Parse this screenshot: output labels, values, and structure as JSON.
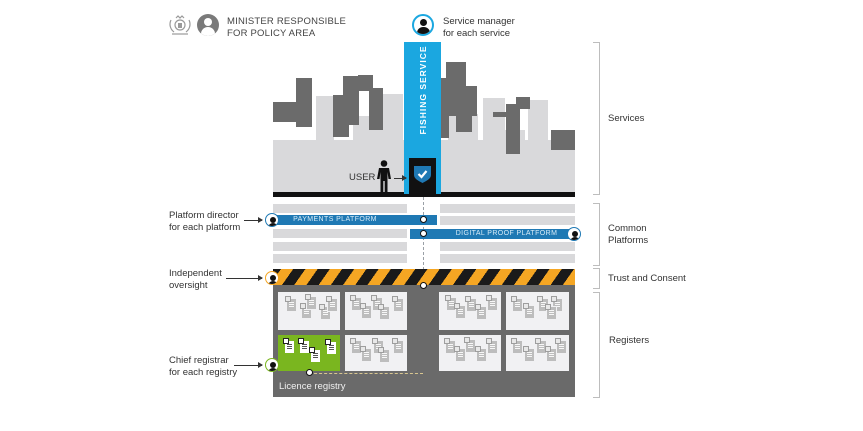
{
  "header": {
    "minister_label_line1": "MINISTER RESPONSIBLE",
    "minister_label_line2": "FOR POLICY AREA",
    "crest_icon": "royal-coat-of-arms-icon",
    "service_manager_line1": "Service manager",
    "service_manager_line2": "for each service"
  },
  "services": {
    "service_name": "FISHING SERVICE",
    "user_label": "USER",
    "gateway_icon": "shield-check-icon"
  },
  "platforms": {
    "director_label_line1": "Platform director",
    "director_label_line2": "for each platform",
    "items": [
      {
        "label": "PAYMENTS PLATFORM"
      },
      {
        "label": "DIGITAL PROOF PLATFORM"
      }
    ]
  },
  "trust": {
    "oversight_label_line1": "Independent",
    "oversight_label_line2": "oversight"
  },
  "registers": {
    "registrar_label_line1": "Chief registrar",
    "registrar_label_line2": "for each registry",
    "highlighted_registry": "Licence registry"
  },
  "layers": [
    {
      "label": "Services"
    },
    {
      "label_line1": "Common",
      "label_line2": "Platforms"
    },
    {
      "label": "Trust and Consent"
    },
    {
      "label": "Registers"
    }
  ],
  "colors": {
    "service_blue": "#1ba7e0",
    "platform_blue": "#1f79b4",
    "hazard_orange": "#f5a623",
    "registry_green": "#7ab61f",
    "registers_bg": "#6a6a6a",
    "building_dark": "#6b6b6b",
    "building_light": "#d9d9db"
  }
}
